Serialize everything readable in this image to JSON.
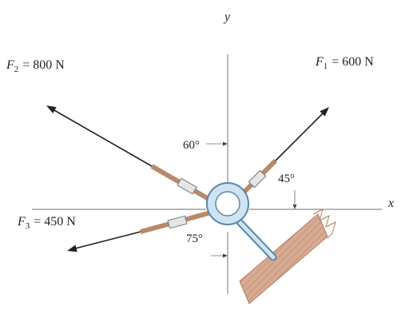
{
  "axes": {
    "x_label": "x",
    "y_label": "y"
  },
  "forces": {
    "f1": {
      "symbol": "F",
      "subscript": "1",
      "value_text": "= 600 N"
    },
    "f2": {
      "symbol": "F",
      "subscript": "2",
      "value_text": "= 800 N"
    },
    "f3": {
      "symbol": "F",
      "subscript": "3",
      "value_text": "= 450 N"
    }
  },
  "angles": {
    "a60": "60°",
    "a45": "45°",
    "a75": "75°"
  },
  "colors": {
    "axis": "#8a8a8a",
    "arrow": "#222222",
    "ring_fill": "#cfe4f2",
    "ring_stroke": "#5b87a8",
    "rope": "#b88a6a",
    "turnbuckle": "#e6e6e6",
    "wall": "#d7ab93"
  }
}
